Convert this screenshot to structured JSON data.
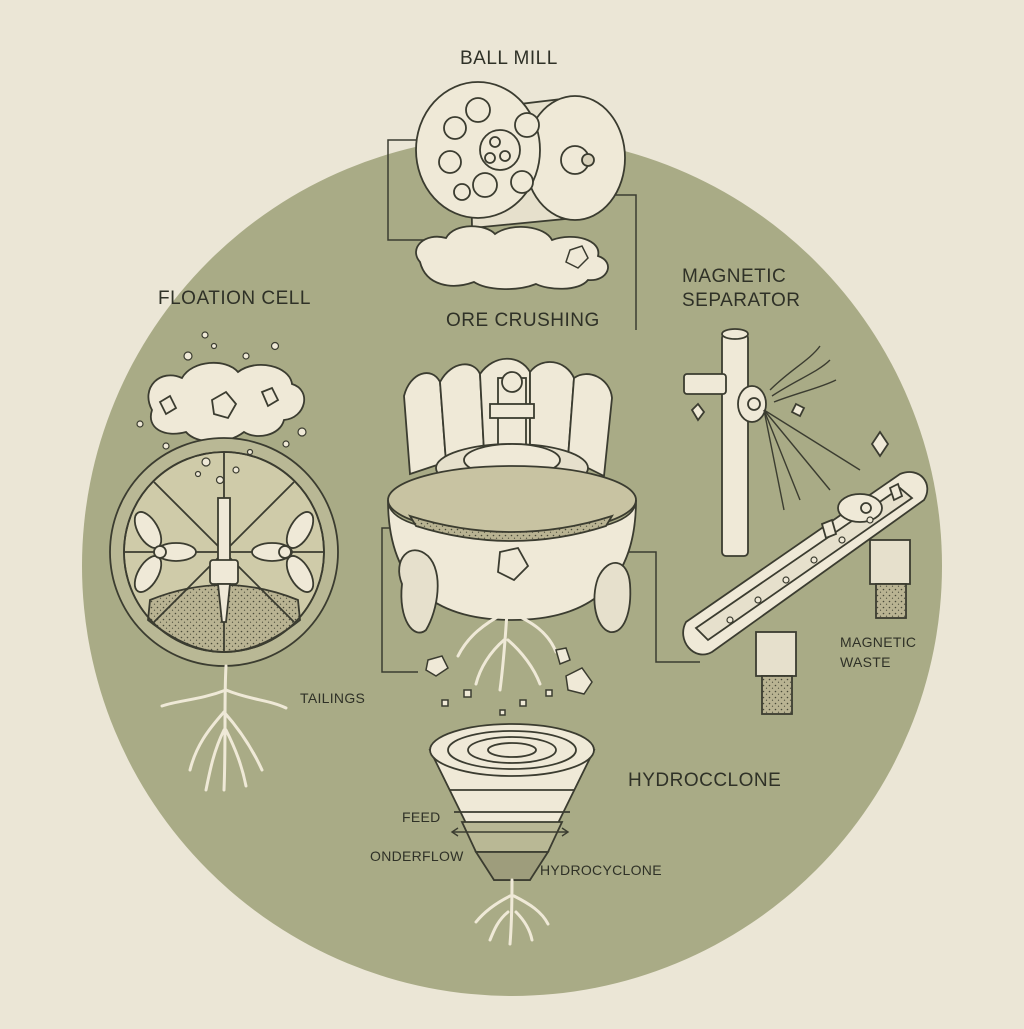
{
  "labels": {
    "ball_mill": "BALL MILL",
    "flotation_cell": "FLOATION CELL",
    "ore_crushing": "ORE CRUSHING",
    "magnetic_separator_line1": "MAGNETIC",
    "magnetic_separator_line2": "SEPARATOR",
    "tailings": "TAILINGS",
    "magnetic_waste_line1": "MAGNETIC",
    "magnetic_waste_line2": "WASTE",
    "hydrocclone": "HYDROCCLONE",
    "feed": "FEED",
    "onderflow": "ONDERFLOW",
    "hydrocyclone": "HYDROCYCLONE"
  },
  "colors": {
    "background": "#ebe6d6",
    "circle": "#a9ab86",
    "line": "#3b3c30",
    "cream": "#efe9d7",
    "sand": "#b3ad8a"
  }
}
